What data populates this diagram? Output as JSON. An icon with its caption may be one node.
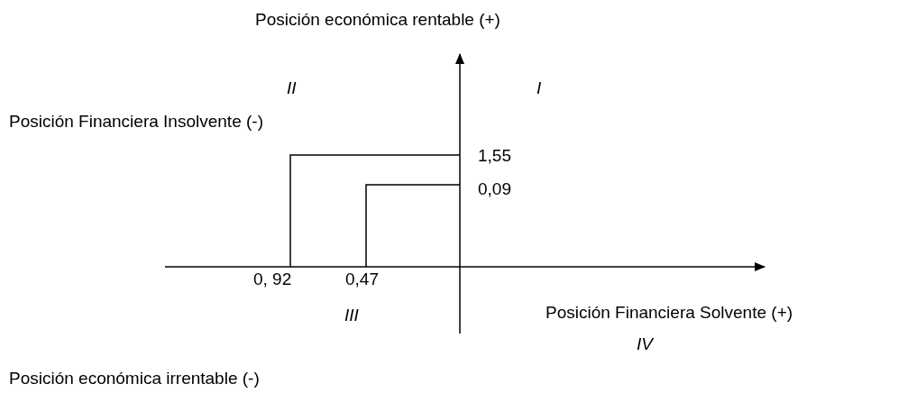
{
  "diagram": {
    "labels": [
      "Posición económica rentable (+)",
      "II",
      "I",
      "Posición Financiera Insolvente (-)",
      "1,55",
      "0,09",
      "0, 92",
      "0,47",
      "III",
      "Posición Financiera Solvente (+)",
      "IV",
      "Posición económica irrentable (-)"
    ]
  }
}
